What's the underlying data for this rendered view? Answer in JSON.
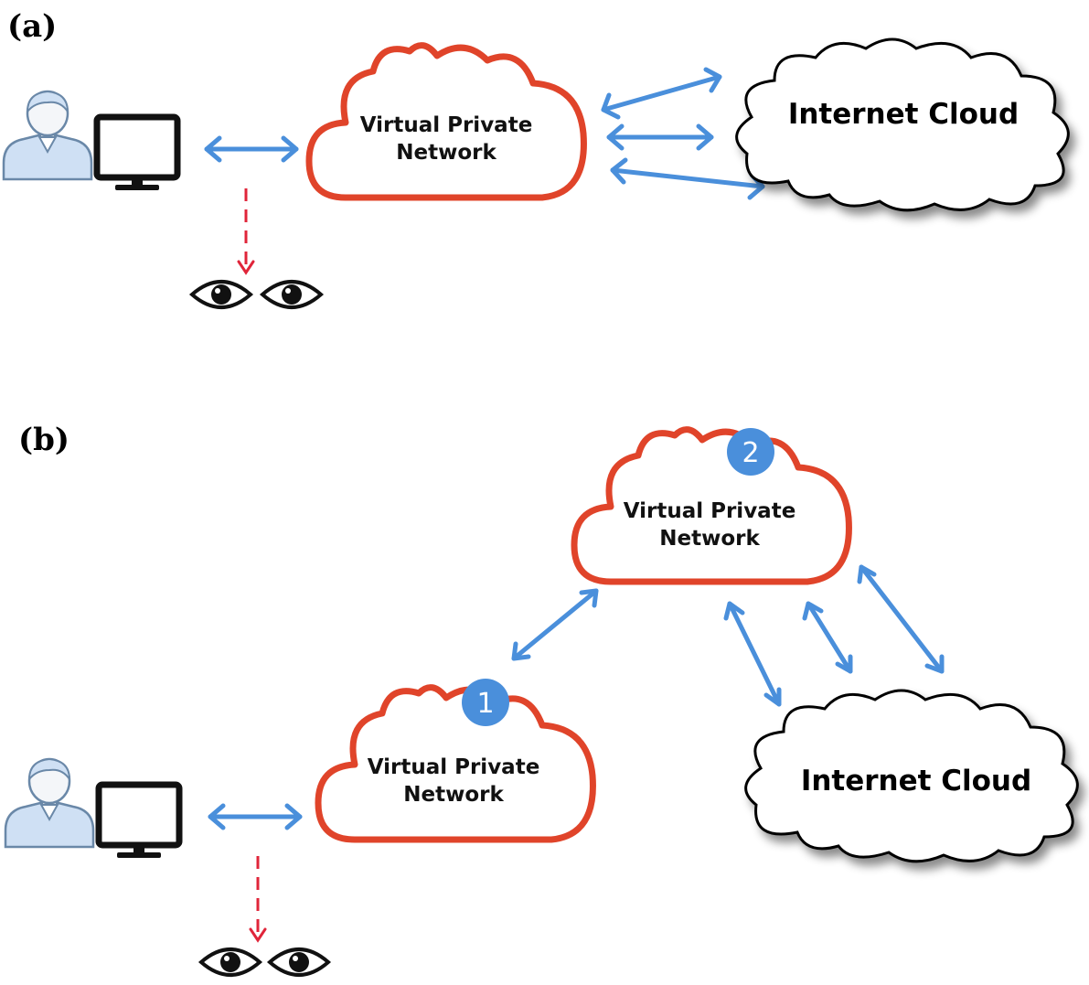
{
  "panels": [
    {
      "id": "a",
      "label": "(a)",
      "vpn_clouds": [
        {
          "line1": "Virtual Private",
          "line2": "Network"
        }
      ],
      "internet_cloud": {
        "label": "Internet Cloud"
      }
    },
    {
      "id": "b",
      "label": "(b)",
      "vpn_clouds": [
        {
          "badge": "1",
          "line1": "Virtual Private",
          "line2": "Network"
        },
        {
          "badge": "2",
          "line1": "Virtual Private",
          "line2": "Network"
        }
      ],
      "internet_cloud": {
        "label": "Internet Cloud"
      }
    }
  ],
  "icons": [
    "user-icon",
    "computer-monitor-icon",
    "eye-icon",
    "bidirectional-arrow",
    "dashed-red-arrow"
  ],
  "colors": {
    "vpn_stroke": "#e0442a",
    "arrow": "#4a8fdb",
    "eavesdrop_arrow": "#e0253a",
    "badge": "#4a8fdb"
  }
}
